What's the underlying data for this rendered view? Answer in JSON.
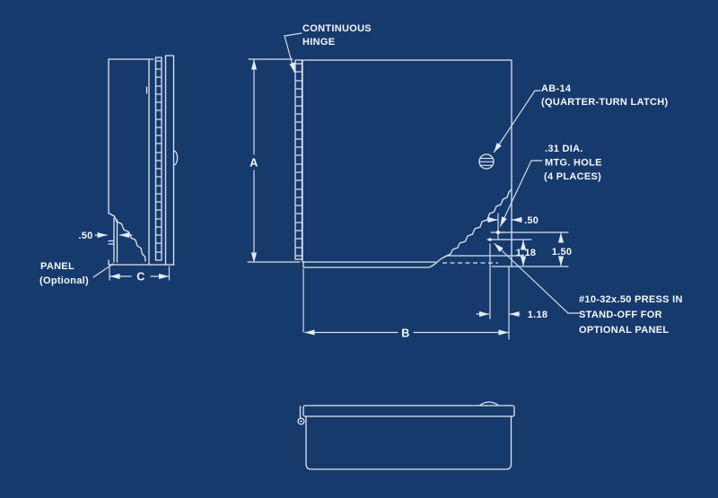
{
  "drawing": {
    "title_context": "enclosure-technical-drawing",
    "colors": {
      "background": "#173a6c",
      "line": "#dde6f1",
      "text": "#f4f8fc"
    },
    "labels": {
      "hinge": {
        "line1": "CONTINUOUS",
        "line2": "HINGE"
      },
      "latch": {
        "line1": "AB-14",
        "line2": "(QUARTER-TURN LATCH)"
      },
      "mtg_hole": {
        "line1": ".31 DIA.",
        "line2": "MTG. HOLE",
        "line3": "(4 PLACES)"
      },
      "standoff": {
        "line1": "#10-32x.50 PRESS IN",
        "line2": "STAND-OFF FOR",
        "line3": "OPTIONAL PANEL"
      },
      "panel": {
        "line1": "PANEL",
        "line2": "(Optional)"
      }
    },
    "dimensions": {
      "height_letter": "A",
      "width_letter": "B",
      "depth_letter": "C",
      "hole_edge_offset": ".50",
      "hole_bottom_offset": "1.50",
      "standoff_vertical_offset": "1.18",
      "standoff_horizontal_offset": "1.18",
      "panel_standoff_gap": ".50"
    }
  }
}
